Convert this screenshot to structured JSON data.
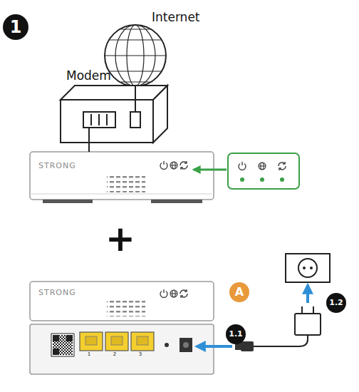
{
  "diagram": {
    "nodes": [
      {
        "text": [
          "1"
        ]
      },
      {
        "text": [
          "Internet"
        ]
      },
      {
        "text": [
          "Modem"
        ]
      },
      {
        "text": [
          "STRONG"
        ]
      },
      {
        "text": [
          "STRONG"
        ]
      },
      {
        "text": [
          "A"
        ]
      },
      {
        "text": [
          "1.1"
        ]
      },
      {
        "text": [
          "1.2"
        ]
      }
    ],
    "edges": [
      {
        "from": 1,
        "to": 2,
        "arrow": "none"
      },
      {
        "from": 2,
        "to": 3,
        "arrow": "none"
      }
    ],
    "labels": [
      "+",
      "1",
      "2",
      "3"
    ]
  }
}
